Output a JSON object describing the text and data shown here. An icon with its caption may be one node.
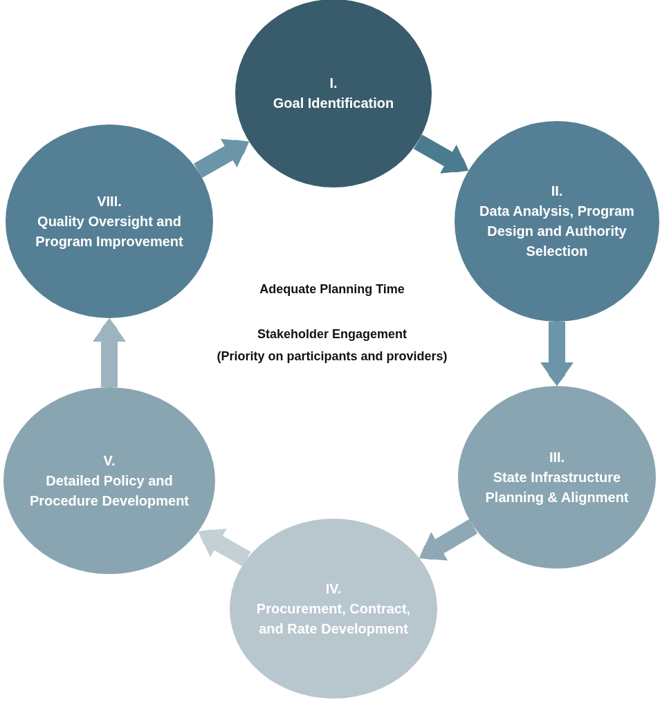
{
  "diagram": {
    "nodes": [
      {
        "text": [
          "I.",
          "Goal Identification"
        ]
      },
      {
        "text": [
          "II.",
          "Data Analysis, Program Design and Authority Selection"
        ]
      },
      {
        "text": [
          "III.",
          "State Infrastructure Planning & Alignment"
        ]
      },
      {
        "text": [
          "IV.",
          "Procurement, Contract, and Rate Development"
        ]
      },
      {
        "text": [
          "V.",
          "Detailed Policy and Procedure Development"
        ]
      },
      {
        "text": [
          "VIII.",
          "Quality Oversight and Program Improvement"
        ]
      }
    ],
    "edges": [
      {
        "from": 0,
        "to": 1,
        "arrow": "to",
        "color": "#4b7b8e"
      },
      {
        "from": 1,
        "to": 2,
        "arrow": "to",
        "color": "#6b96a9"
      },
      {
        "from": 2,
        "to": 3,
        "arrow": "to",
        "color": "#8ea9b5"
      },
      {
        "from": 3,
        "to": 4,
        "arrow": "to",
        "color": "#c4d0d6"
      },
      {
        "from": 4,
        "to": 5,
        "arrow": "to",
        "color": "#9db4bf"
      },
      {
        "from": 5,
        "to": 0,
        "arrow": "to",
        "color": "#6b96a9"
      }
    ],
    "labels": [
      "Adequate Planning Time",
      "Stakeholder Engagement",
      "(Priority on participants and providers)"
    ]
  }
}
